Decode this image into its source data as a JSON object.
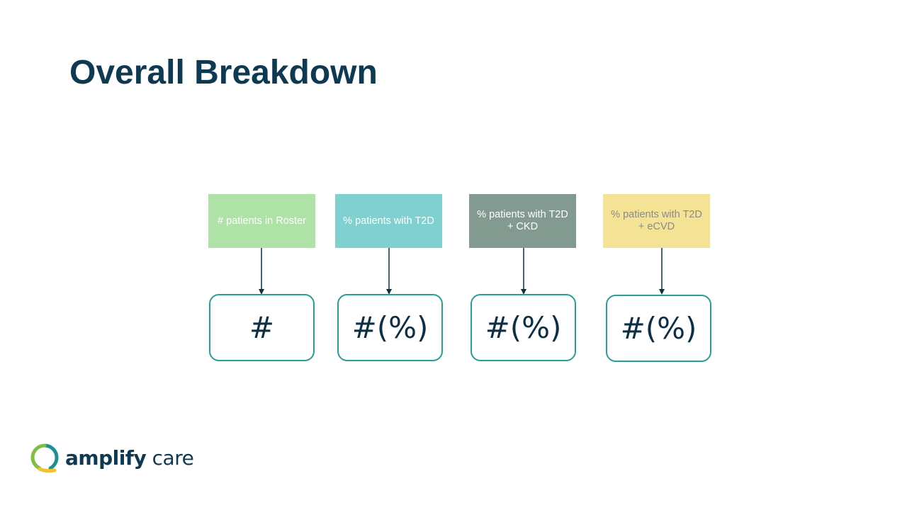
{
  "title": "Overall Breakdown",
  "colors": {
    "title": "#0d3a52",
    "value_border": "#2a9d9a",
    "value_text": "#0d2f45",
    "connector": "#0d2f45"
  },
  "columns": [
    {
      "category": "# patients in Roster",
      "category_bg": "#aee2a6",
      "category_text_color": "#ffffff",
      "value": "#"
    },
    {
      "category": "% patients with T2D",
      "category_bg": "#7fd0cf",
      "category_text_color": "#ffffff",
      "value": "#(%)"
    },
    {
      "category": "% patients with T2D\n+ CKD",
      "category_bg": "#839a90",
      "category_text_color": "#ffffff",
      "value": "#(%)"
    },
    {
      "category": "% patients with T2D\n+ eCVD",
      "category_bg": "#f4e394",
      "category_text_color": "#8a8a8a",
      "value": "#(%)"
    }
  ],
  "logo": {
    "word_1": "amplify",
    "word_2": "care",
    "icon": "amplify-care-logo-mark",
    "mark_colors": [
      "#1f8f96",
      "#7fbf3f",
      "#f2c230"
    ]
  }
}
